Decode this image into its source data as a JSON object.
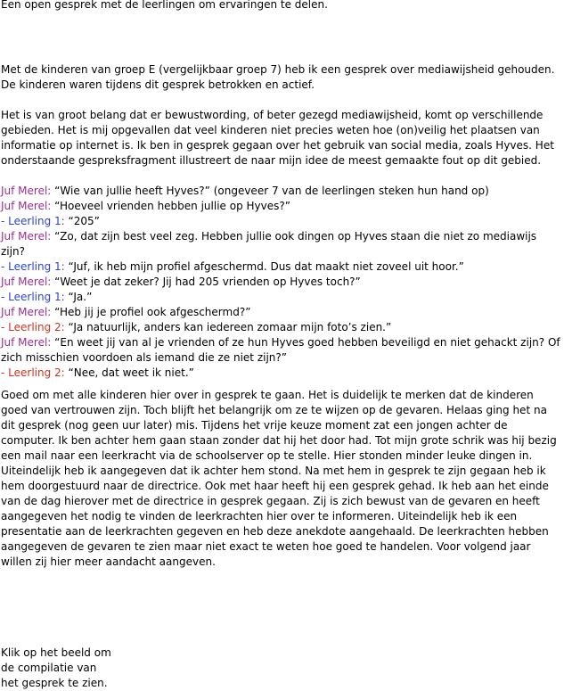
{
  "intro": "Een open gesprek met de leerlingen om ervaringen te delen.",
  "paragraphs": [
    "Met de kinderen van groep E (vergelijkbaar groep 7) heb ik een gesprek over mediawijsheid gehouden. De kinderen waren tijdens dit gesprek betrokken en actief.",
    "Het is van groot belang dat er bewustwording, of beter gezegd mediawijsheid, komt op verschillende gebieden. Het is mij opgevallen dat veel kinderen niet precies weten hoe (on)veilig het plaatsen van informatie op internet is. Ik ben in gesprek gegaan over het gebruik van social media, zoals Hyves. Het onderstaande gespreksfragment illustreert de naar mijn idee de meest gemaakte fout op dit gebied."
  ],
  "dialogue": [
    {
      "speaker": "Juf Merel:",
      "text": " “Wie van jullie heeft Hyves?”  (ongeveer 7 van de leerlingen steken hun hand op)"
    },
    {
      "speaker": "Juf Merel:",
      "text": " “Hoeveel vrienden hebben jullie op Hyves?”"
    },
    {
      "speaker": "- Leerling 1:",
      "text": " “205”"
    },
    {
      "speaker": "Juf Merel:",
      "text": " “Zo, dat zijn best veel zeg. Hebben jullie ook dingen op Hyves staan die niet zo mediawijs zijn?"
    },
    {
      "speaker": "- Leerling 1:",
      "text": " “Juf, ik heb mijn profiel afgeschermd. Dus dat maakt niet zoveel uit hoor.”"
    },
    {
      "speaker": "Juf Merel:",
      "text": " “Weet je dat zeker? Jij had 205 vrienden op Hyves toch?”"
    },
    {
      "speaker": "- Leerling 1:",
      "text": " “Ja.”"
    },
    {
      "speaker": "Juf Merel:",
      "text": " “Heb jij je profiel ook afgeschermd?”"
    },
    {
      "speaker": "- Leerling 2:",
      "text": " “Ja natuurlijk, anders kan iedereen zomaar mijn foto’s zien.”"
    },
    {
      "speaker": "Juf Merel:",
      "text": " “En weet jij van al je vrienden of ze hun Hyves goed hebben beveiligd en niet gehackt zijn? Of zich misschien voordoen als iemand die ze niet zijn?”"
    },
    {
      "speaker": "- Leerling 2:",
      "text": " “Nee, dat weet ik niet.”"
    }
  ],
  "closing": "Goed om met alle kinderen hier over in gesprek te gaan. Het is duidelijk te merken dat de kinderen goed van vertrouwen zijn. Toch blijft het belangrijk om ze te wijzen op de gevaren. Helaas ging het na dit gesprek (nog geen uur later) mis. Tijdens het vrije keuze moment zat een jongen achter de computer. Ik ben achter hem gaan staan zonder dat hij het door had. Tot mijn grote schrik was hij bezig een mail naar een leerkracht via de schoolserver op te stelle. Hier stonden minder leuke dingen in. Uiteindelijk heb ik aangegeven dat ik achter hem stond. Na met hem in gesprek te zijn gegaan heb ik hem doorgestuurd naar de directrice. Ook met haar heeft hij een gesprek gehad. Ik heb aan het einde van de dag hierover met de directrice in gesprek gegaan. Zij is zich bewust van de gevaren en heeft aangegeven het nodig te vinden de leerkrachten hier over te informeren. Uiteindelijk heb ik een presentatie aan de leerkrachten gegeven en heb deze anekdote aangehaald. De leerkrachten hebben aangegeven de gevaren te zien maar niet exact te weten hoe goed te handelen. Voor volgend jaar willen zij hier meer aandacht aangeven.",
  "caption": {
    "line1": "Klik op het beeld om",
    "line2": "de compilatie van",
    "line3": "het gesprek te zien."
  },
  "colors": {
    "merel": "#9b2f8c",
    "leerling1": "#2e44c8",
    "leerling2": "#d0321f"
  }
}
